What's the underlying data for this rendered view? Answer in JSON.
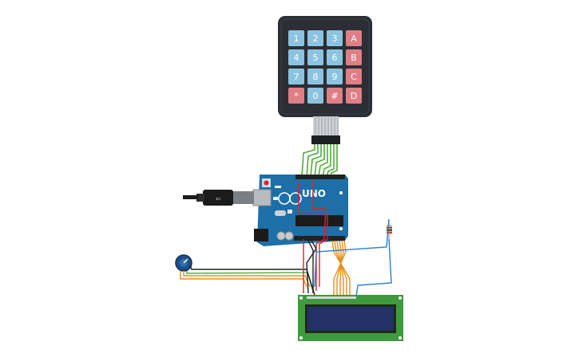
{
  "circuit": {
    "keypad": {
      "keys": [
        [
          "1",
          "2",
          "3",
          "A"
        ],
        [
          "4",
          "5",
          "6",
          "B"
        ],
        [
          "7",
          "8",
          "9",
          "C"
        ],
        [
          "*",
          "0",
          "#",
          "D"
        ]
      ],
      "colors": {
        "body": "#2b2f35",
        "number_key": "#8cc3e0",
        "letter_key": "#e07e86",
        "key_text": "#ffffff"
      }
    },
    "arduino": {
      "logo": "UNO",
      "board_color": "#1d6fa8"
    },
    "lcd": {
      "body_color": "#3f9a3d",
      "screen_color": "#233166"
    },
    "wire_colors": {
      "green": "#4fae3a",
      "orange": "#e8901e",
      "red": "#d9232b",
      "black": "#222222",
      "blue": "#2c7fc8"
    }
  }
}
